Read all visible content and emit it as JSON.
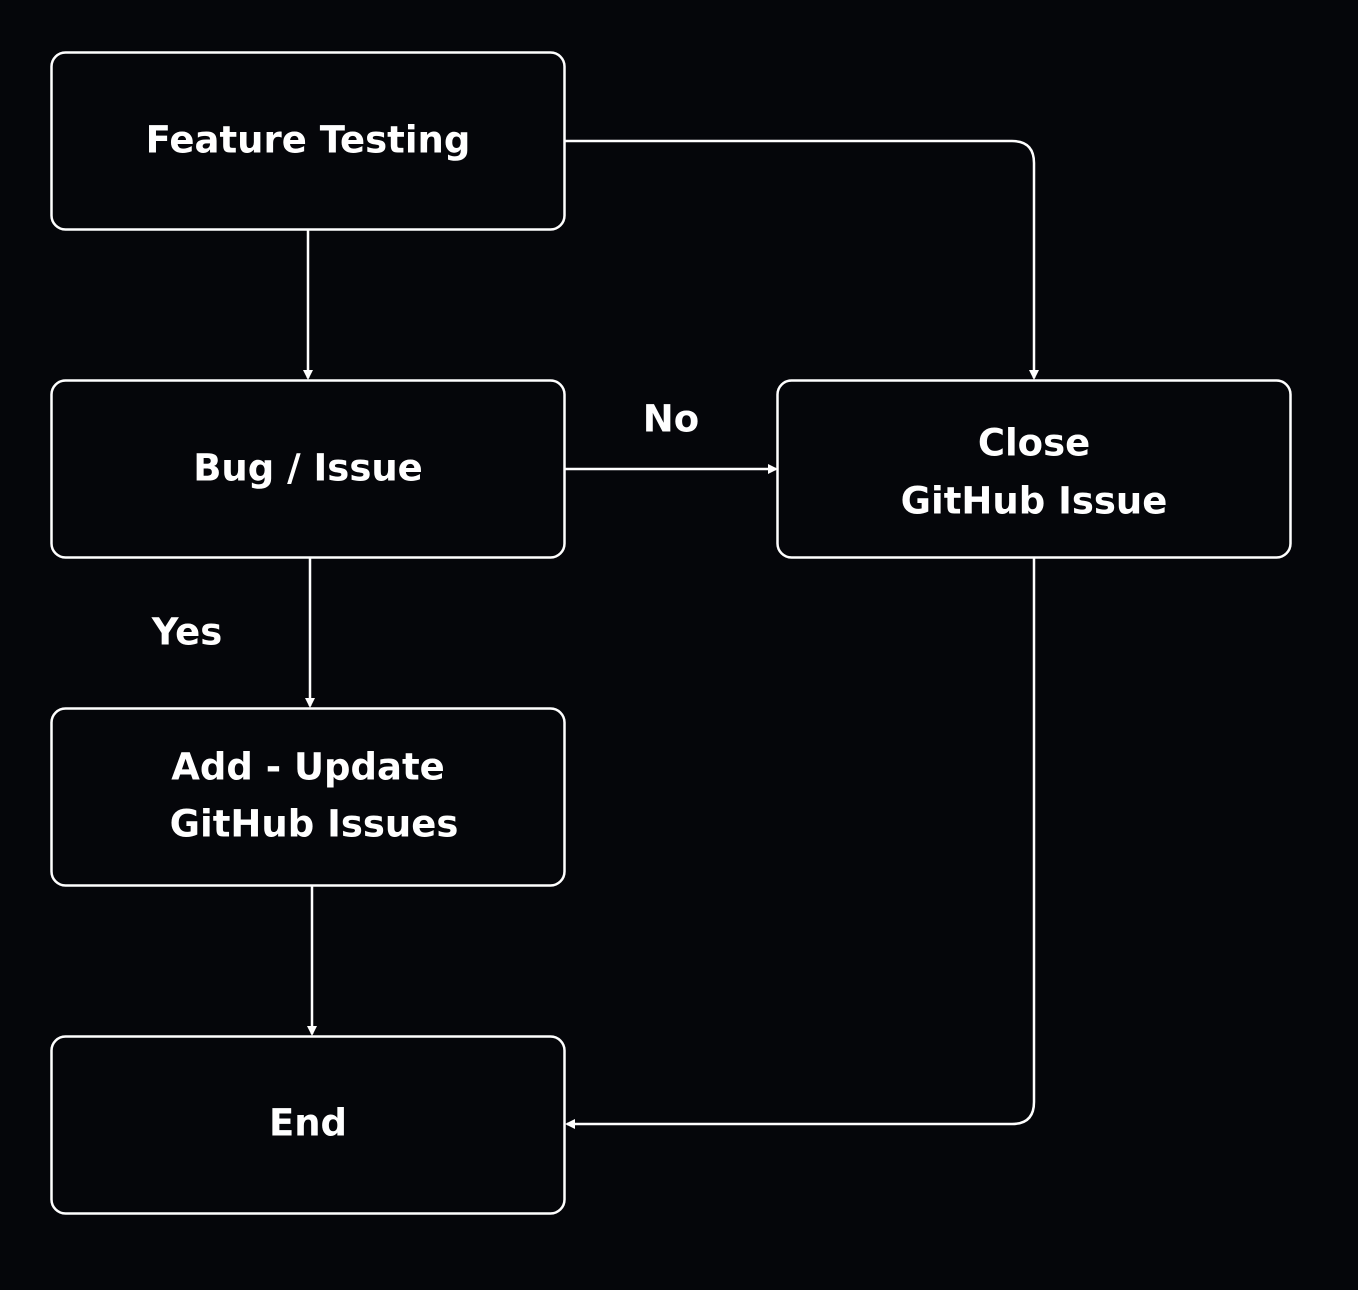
{
  "diagram": {
    "nodes": {
      "feature_testing": {
        "label": "Feature Testing"
      },
      "bug_issue": {
        "label": "Bug / Issue"
      },
      "add_update": {
        "line1": "Add - Update",
        "line2": "GitHub Issues"
      },
      "end": {
        "label": "End"
      },
      "close_issue": {
        "line1": "Close",
        "line2": "GitHub Issue"
      }
    },
    "edges": [
      {
        "from": "Feature Testing",
        "to": "Bug / Issue",
        "label": ""
      },
      {
        "from": "Feature Testing",
        "to": "Close GitHub Issue",
        "label": ""
      },
      {
        "from": "Bug / Issue",
        "to": "Close GitHub Issue",
        "label": "No"
      },
      {
        "from": "Bug / Issue",
        "to": "Add - Update GitHub Issues",
        "label": "Yes"
      },
      {
        "from": "Add - Update GitHub Issues",
        "to": "End",
        "label": ""
      },
      {
        "from": "Close GitHub Issue",
        "to": "End",
        "label": ""
      }
    ],
    "labels": {
      "no": "No",
      "yes": "Yes"
    },
    "colors": {
      "background": "#05060a",
      "stroke": "#ffffff",
      "text": "#ffffff"
    }
  }
}
